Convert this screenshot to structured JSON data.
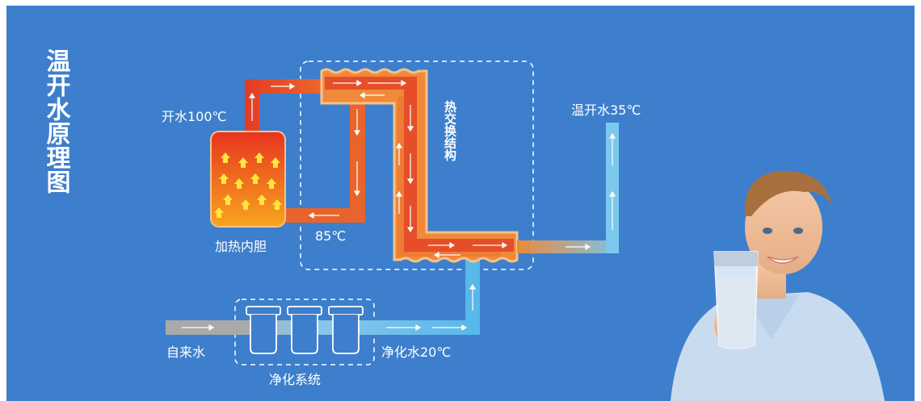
{
  "title": "温开水原理图",
  "labels": {
    "boiling_water": "开水100℃",
    "heating_tank": "加热内胆",
    "temp_85": "85℃",
    "heat_exchange": "热交换结构",
    "warm_water": "温开水35℃",
    "tap_water": "自来水",
    "purify_system": "净化系统",
    "purified_water": "净化水20℃"
  },
  "colors": {
    "background": "#3d7fcc",
    "hot_pipe": "#e0502a",
    "warm_pipe": "#e87a2a",
    "cold_pipe": "#58b8ea",
    "raw_pipe": "#a9a9a9",
    "tank_top": "#e83a20",
    "tank_bottom": "#f5a020",
    "arrow_up": "#ffe640"
  },
  "icons": [
    "arrow-up-icon",
    "flow-arrow-icon",
    "filter-cartridge-icon",
    "child-with-glass-photo"
  ]
}
